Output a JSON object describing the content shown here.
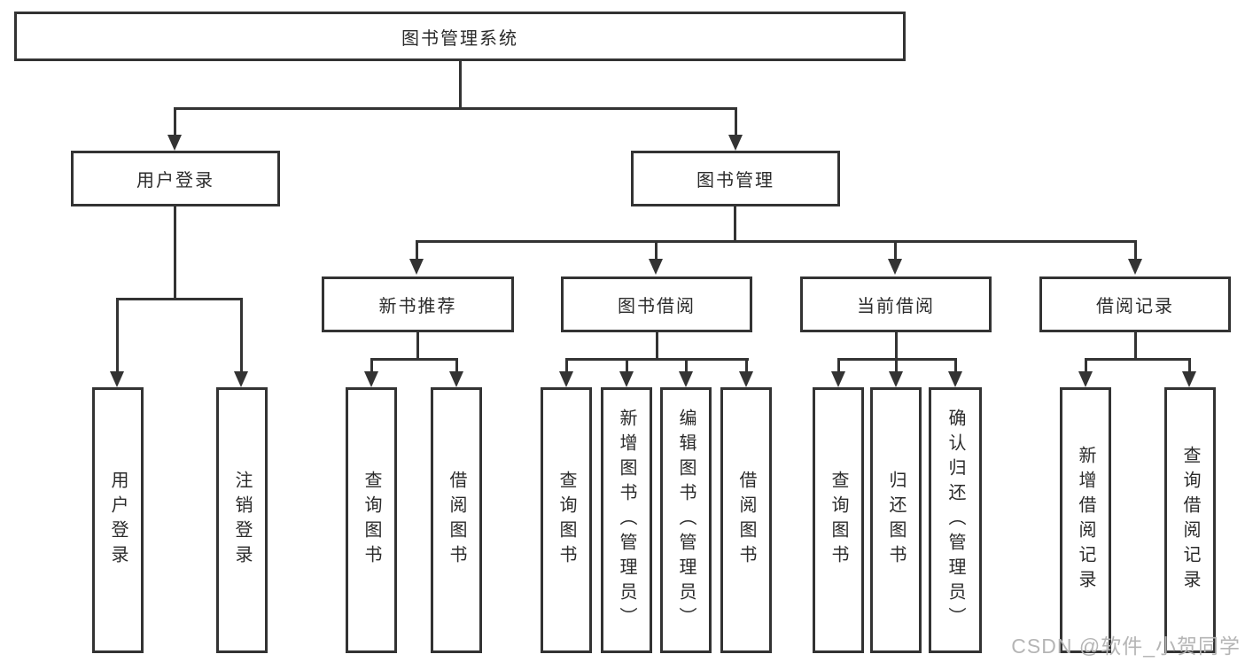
{
  "diagram": {
    "type": "tree",
    "colors": {
      "line": "#333333",
      "box_border": "#333333",
      "box_background": "#ffffff",
      "text": "#2b2b2b",
      "watermark_text": "#b5b5b5",
      "page_background": "#ffffff"
    },
    "root": {
      "label": "图书管理系统"
    },
    "branches": [
      {
        "label": "用户登录",
        "children": [
          {
            "label": "用户登录"
          },
          {
            "label": "注销登录"
          }
        ]
      },
      {
        "label": "图书管理",
        "children": [
          {
            "label": "新书推荐",
            "children": [
              {
                "label": "查询图书"
              },
              {
                "label": "借阅图书"
              }
            ]
          },
          {
            "label": "图书借阅",
            "children": [
              {
                "label": "查询图书"
              },
              {
                "label": "新增图书（管理员）"
              },
              {
                "label": "编辑图书（管理员）"
              },
              {
                "label": "借阅图书"
              }
            ]
          },
          {
            "label": "当前借阅",
            "children": [
              {
                "label": "查询图书"
              },
              {
                "label": "归还图书"
              },
              {
                "label": "确认归还（管理员）"
              }
            ]
          },
          {
            "label": "借阅记录",
            "children": [
              {
                "label": "新增借阅记录"
              },
              {
                "label": "查询借阅记录"
              }
            ]
          }
        ]
      }
    ]
  },
  "watermark": {
    "text": "CSDN @软件_小贺同学"
  }
}
